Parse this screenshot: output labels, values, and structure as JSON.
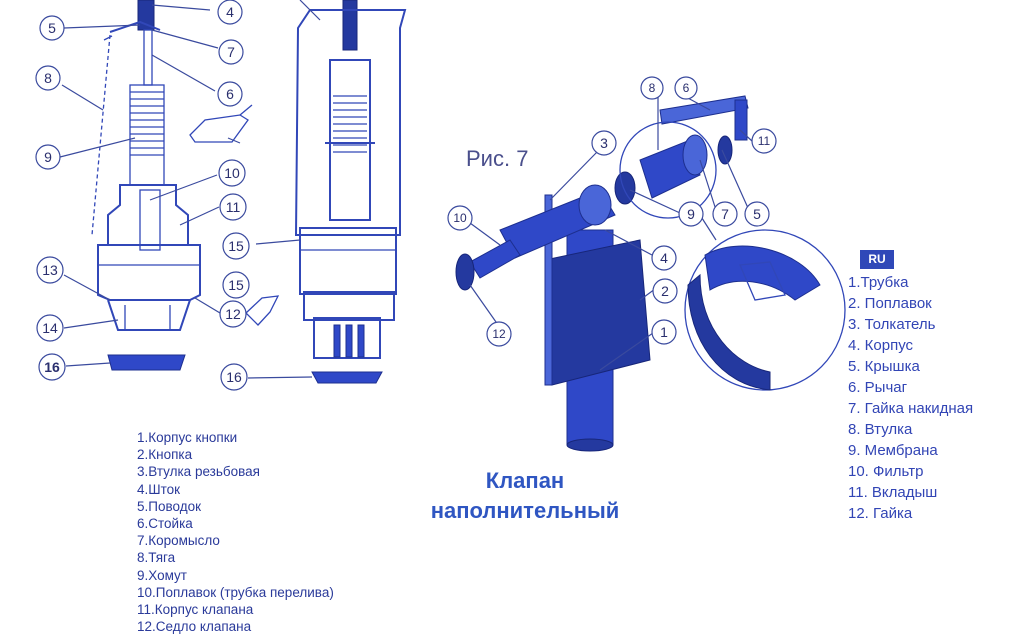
{
  "figure_label": "Рис. 7",
  "title_line1": "Клапан",
  "title_line2": "наполнительный",
  "lang_badge": "RU",
  "left_legend": [
    "1.Корпус кнопки",
    "2.Кнопка",
    "3.Втулка резьбовая",
    "4.Шток",
    "5.Поводок",
    "6.Стойка",
    "7.Коромысло",
    "8.Тяга",
    "9.Хомут",
    "10.Поплавок (трубка перелива)",
    "11.Корпус клапана",
    "12.Седло клапана"
  ],
  "right_legend": [
    "1.Трубка",
    "2. Поплавок",
    "3. Толкатель",
    "4. Корпус",
    "5. Крышка",
    "6. Рычаг",
    "7. Гайка накидная",
    "8. Втулка",
    "9. Мембрана",
    "10. Фильтр",
    "11. Вкладыш",
    "12. Гайка"
  ],
  "callouts_left_valve": [
    "5",
    "4",
    "7",
    "8",
    "6",
    "9",
    "10",
    "11",
    "13",
    "14",
    "12",
    "16"
  ],
  "callouts_middle_valve": [
    "15",
    "15",
    "16"
  ],
  "callouts_fill_valve": [
    "8",
    "6",
    "3",
    "11",
    "10",
    "9",
    "7",
    "5",
    "4",
    "2",
    "12",
    "1"
  ]
}
